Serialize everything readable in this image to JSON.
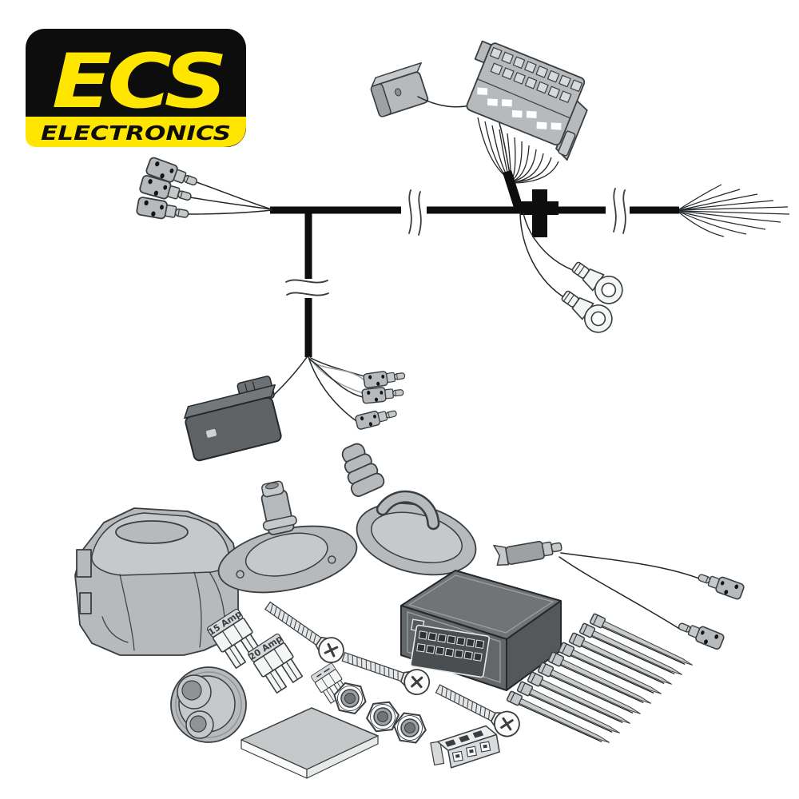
{
  "page": {
    "title": "Towbar wiring kit contents diagram",
    "background": "#ffffff"
  },
  "brand": {
    "name": "ECS",
    "tagline": "ELECTRONICS",
    "colors": {
      "yellow": "#ffe600",
      "black": "#0d0d0d"
    }
  },
  "labels": {
    "fuse_15": "15 Amp",
    "fuse_20": "20 Amp"
  },
  "kit_contents": [
    {
      "name": "main-wiring-harness-with-break-marks",
      "qty": 1
    },
    {
      "name": "pre-wired-connector",
      "qty": 1
    },
    {
      "name": "fuse-holder-connector-block-with-wire-loom",
      "qty": 1
    },
    {
      "name": "bullet-terminals-left-branch",
      "qty": 3
    },
    {
      "name": "inline-junction-clip",
      "qty": 1
    },
    {
      "name": "ring-terminals",
      "qty": 2
    },
    {
      "name": "frayed-wire-ends",
      "qty": 10
    },
    {
      "name": "vehicle-plug-on-drop-branch",
      "qty": 1
    },
    {
      "name": "branch-terminals",
      "qty": 3
    },
    {
      "name": "towbar-socket-housing",
      "qty": 1
    },
    {
      "name": "plate-grommet-with-stub",
      "qty": 1
    },
    {
      "name": "bellows-grommet-with-pad",
      "qty": 1
    },
    {
      "name": "two-hole-grommet",
      "qty": 1
    },
    {
      "name": "foam-pad",
      "qty": 1
    },
    {
      "name": "control-module",
      "qty": 1
    },
    {
      "name": "bridge-cable-with-terminals",
      "qty": 1
    },
    {
      "name": "cable-ties",
      "qty": 9
    },
    {
      "name": "blade-fuse",
      "qty": 1,
      "label": "15 Amp"
    },
    {
      "name": "blade-fuse",
      "qty": 1,
      "label": "20 Amp"
    },
    {
      "name": "blade-fuse-small",
      "qty": 1
    },
    {
      "name": "machine-screws",
      "qty": 3
    },
    {
      "name": "hex-nuts",
      "qty": 3
    },
    {
      "name": "three-pin-connector",
      "qty": 1
    }
  ]
}
